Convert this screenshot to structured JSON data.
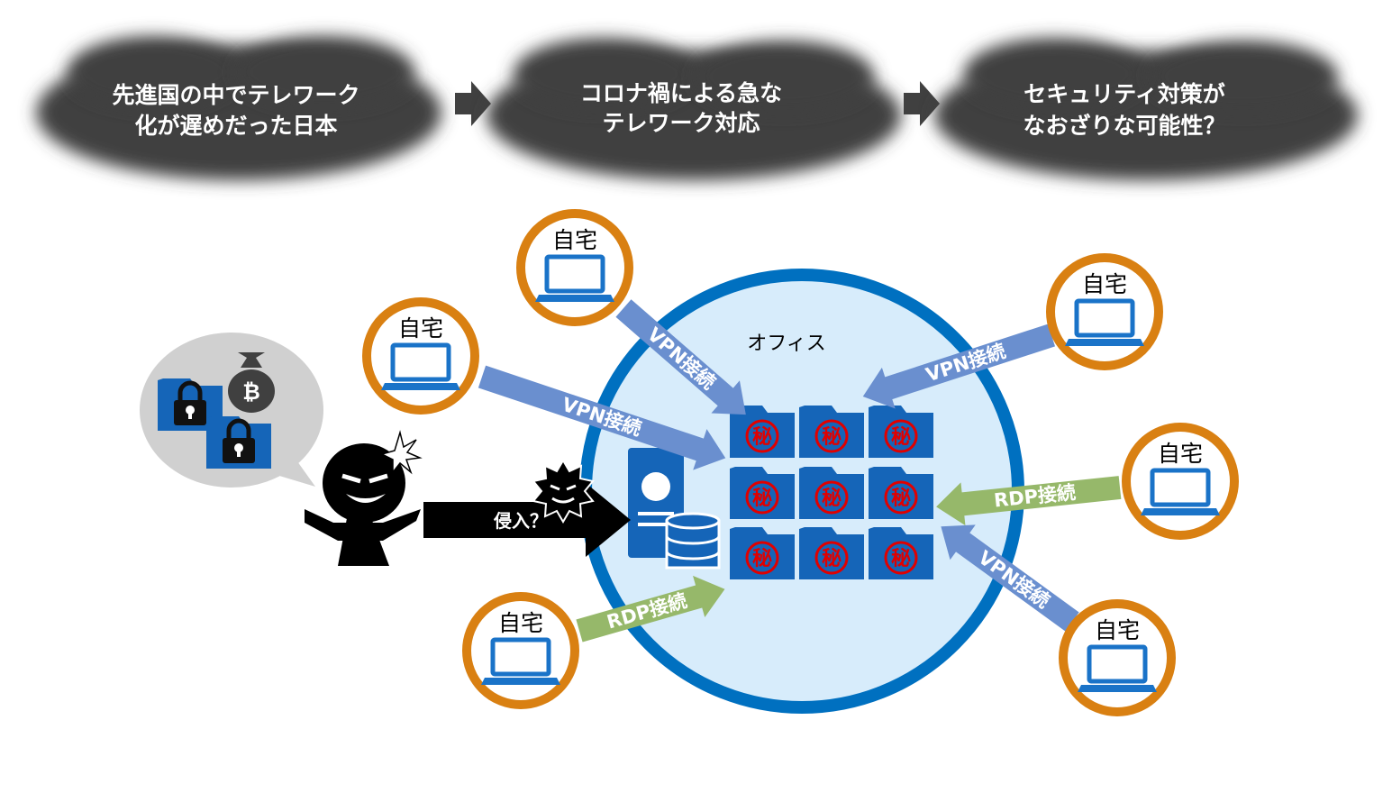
{
  "clouds": [
    {
      "line1": "先進国の中でテレワーク",
      "line2": "化が遅めだった日本"
    },
    {
      "line1": "コロナ禍による急な",
      "line2": "テレワーク対応"
    },
    {
      "line1": "セキュリティ対策が",
      "line2": "なおざりな可能性？"
    }
  ],
  "office_label": "オフィス",
  "home_label": "自宅",
  "connections": {
    "vpn": "VPN接続",
    "rdp": "RDP接続"
  },
  "intrusion_label": "侵入？",
  "secret_mark": "秘",
  "colors": {
    "cloud": "#404040",
    "office_fill": "#d7ecfb",
    "office_ring": "#0070c0",
    "home_ring": "#d98012",
    "laptop": "#1a73c8",
    "vpn_arrow": "#6a8fcf",
    "rdp_arrow": "#96b86a",
    "folder": "#1565b8",
    "secret_red": "#e00000"
  },
  "icons": [
    "laptop-icon",
    "folder-icon",
    "secret-stamp-icon",
    "server-icon",
    "database-icon",
    "hacker-icon",
    "bitcoin-bag-icon",
    "lock-icon",
    "virus-icon"
  ]
}
